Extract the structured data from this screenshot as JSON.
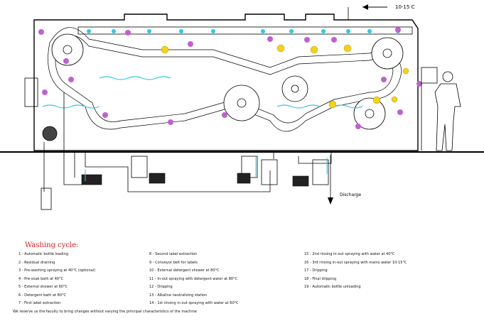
{
  "labels": {
    "temperature_in": "10-15 C",
    "discharge": "Discharge"
  },
  "legend": {
    "title": "Washing cycle:",
    "col1": [
      "1 - Automatic bottle loading",
      "2 - Residual draining",
      "3 - Pre-washing spraying at 40°C (optional)",
      "4 - Pre-soak bath at 40°C",
      "5 - External shower at 60°C",
      "6 - Detergent bath at 80°C",
      "7 - First label extraction"
    ],
    "col2": [
      "8 - Second label extraction",
      "9 - Conveyor belt for labels",
      "10 - External detergent shower at 80°C",
      "11 - In-out spraying with detergent water at 80°C",
      "12 - Dripping",
      "13 - Alkaline neutralizing station",
      "14 - 1st rinsing in-out spraying with water at 60°C"
    ],
    "col3": [
      "15 - 2nd rinsing in-out spraying with water at 40°C",
      "16 - 3rd rinsing in-out spraying with mains water 10-15°C",
      "17 - Dripping",
      "18 - Final dripping",
      "19 - Automatic bottle unloading"
    ]
  },
  "footer": "We reserve us the faculty to bring changes without varying the principal characteristics of the machine",
  "colors": {
    "water": "#31c8e0",
    "marker": "#f2d21c",
    "number": "#c060d0",
    "title": "#d42020"
  }
}
